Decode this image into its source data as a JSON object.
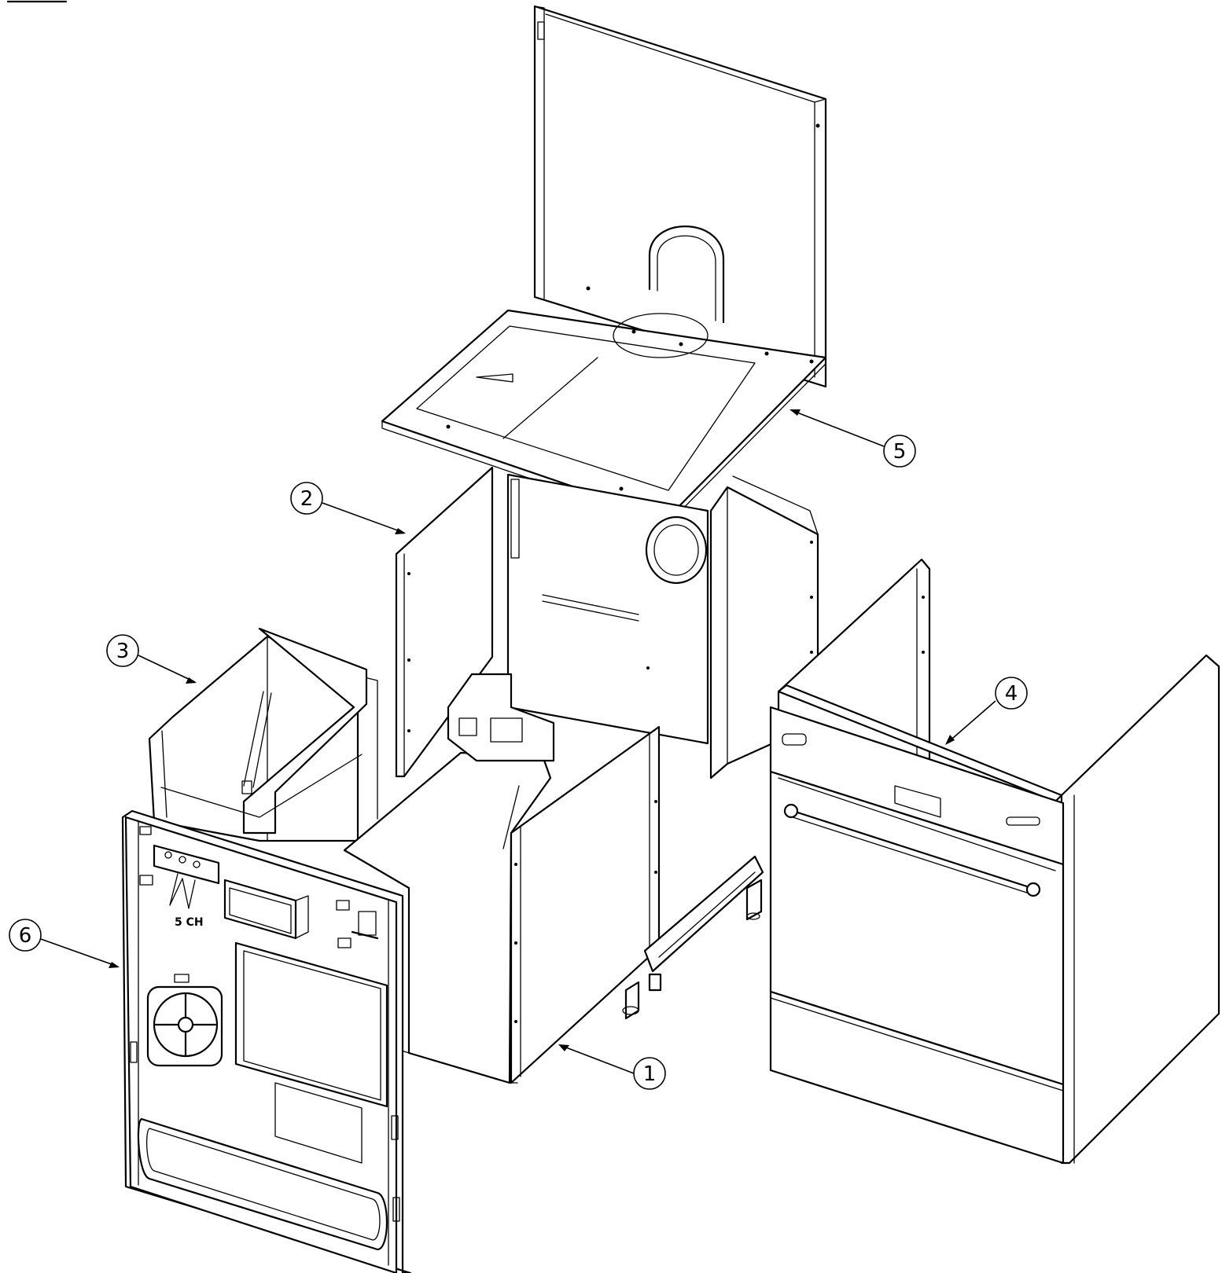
{
  "diagram": {
    "callouts": [
      {
        "id": "1",
        "label": "1"
      },
      {
        "id": "2",
        "label": "2"
      },
      {
        "id": "3",
        "label": "3"
      },
      {
        "id": "4",
        "label": "4"
      },
      {
        "id": "5",
        "label": "5"
      },
      {
        "id": "6",
        "label": "6"
      }
    ],
    "panel_marking": "5 CH"
  }
}
